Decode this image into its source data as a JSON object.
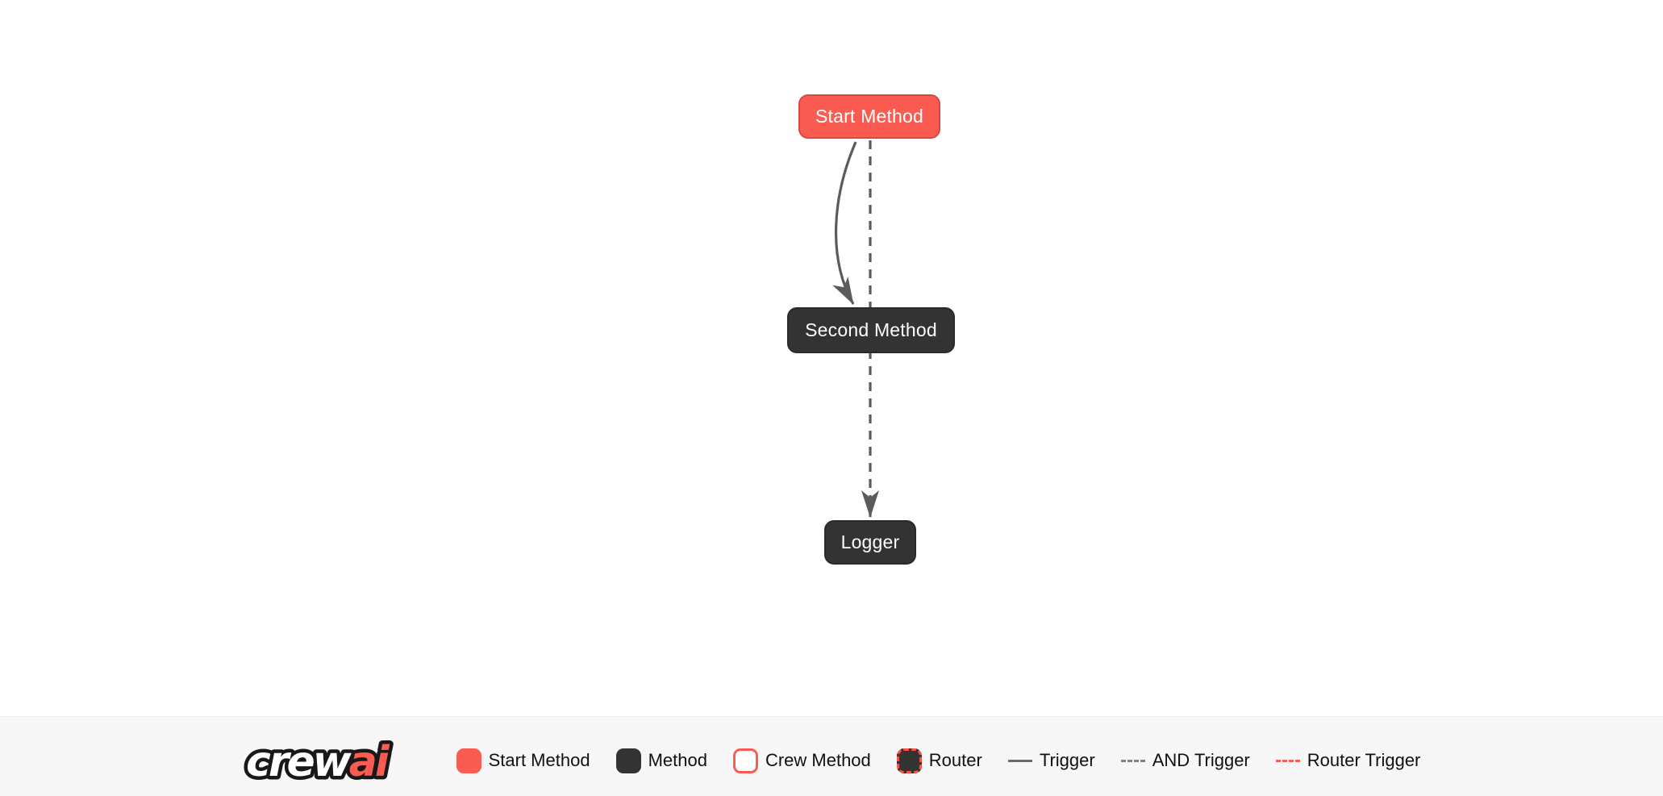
{
  "diagram": {
    "nodes": [
      {
        "id": "start_method",
        "label": "Start Method",
        "type": "start-method"
      },
      {
        "id": "second_method",
        "label": "Second Method",
        "type": "method"
      },
      {
        "id": "logger",
        "label": "Logger",
        "type": "method"
      }
    ],
    "edges": [
      {
        "from": "start_method",
        "to": "second_method",
        "type": "trigger",
        "style": "solid-curved"
      },
      {
        "from": "start_method",
        "to": "logger",
        "type": "and-trigger",
        "style": "dashed-straight"
      }
    ]
  },
  "legend": {
    "logo": {
      "crew": "crew",
      "ai": "ai"
    },
    "items": [
      {
        "label": "Start Method",
        "swatch": "start-method-box"
      },
      {
        "label": "Method",
        "swatch": "method-box"
      },
      {
        "label": "Crew Method",
        "swatch": "crew-method-box"
      },
      {
        "label": "Router",
        "swatch": "router-box"
      },
      {
        "label": "Trigger",
        "swatch": "solid-line"
      },
      {
        "label": "AND Trigger",
        "swatch": "dashed-line"
      },
      {
        "label": "Router Trigger",
        "swatch": "red-dashed-line"
      }
    ]
  },
  "colors": {
    "start_method": "#FA5C52",
    "start_method_border": "#DD463C",
    "method": "#333333",
    "edge": "#5B5B5B",
    "router_trigger": "#FA5C52",
    "legend_background": "#F7F7F8",
    "canvas_background": "#FFFFFF"
  }
}
